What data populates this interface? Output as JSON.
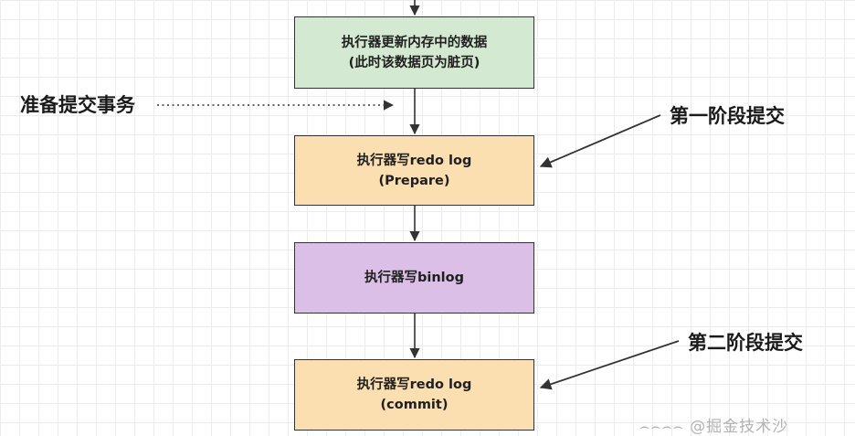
{
  "steps": {
    "update_memory": {
      "line1": "执行器更新内存中的数据",
      "line2": "(此时该数据页为脏页)"
    },
    "redo_prepare": {
      "line1": "执行器写redo log",
      "line2": "(Prepare)"
    },
    "binlog": {
      "line1": "执行器写binlog"
    },
    "redo_commit": {
      "line1": "执行器写redo log",
      "line2": "(commit)"
    }
  },
  "annotations": {
    "prepare_transaction": "准备提交事务",
    "phase_one": "第一阶段提交",
    "phase_two": "第二阶段提交"
  },
  "colors": {
    "step_update": "#d4e9d1",
    "step_redo": "#fbdfb1",
    "step_binlog": "#dbbfe6",
    "arrow": "#333333",
    "grid": "#ececec"
  },
  "watermark": "⌢⌢⌢⌢ @掘金技术沙"
}
